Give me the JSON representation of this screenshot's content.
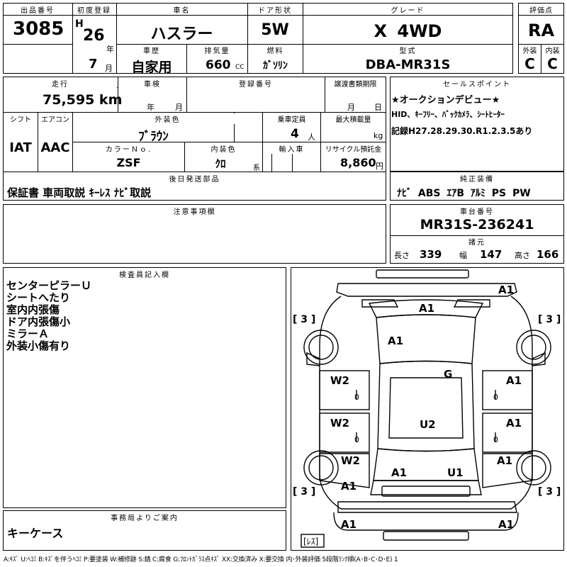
{
  "header": {
    "lot_no_label": "出品番号",
    "lot_no": "3085",
    "first_reg_label": "初度登録",
    "era": "H",
    "year": "26",
    "year_unit": "年",
    "month": "7",
    "month_unit": "月",
    "car_name_label": "車名",
    "car_name": "ハスラー",
    "door_label": "ドア形状",
    "door": "5W",
    "grade_label": "グレード",
    "grade": "X 4WD",
    "score_label": "評価点",
    "score": "RA",
    "history_label": "車歴",
    "history": "自家用",
    "displacement_label": "排気量",
    "displacement": "660",
    "displacement_unit": "CC",
    "fuel_label": "燃料",
    "fuel": "ｶﾞｿﾘﾝ",
    "model_label": "型式",
    "model": "DBA-MR31S",
    "exterior_label": "外装",
    "exterior": "C",
    "interior_label": "内装",
    "interior": "C"
  },
  "row2": {
    "mileage_label": "走行",
    "mileage": "75,595 km",
    "inspection_label": "車検",
    "inspection_year": "年",
    "inspection_month": "月",
    "reg_no_label": "登録番号",
    "transfer_label": "譲渡書類期限",
    "transfer_month": "月",
    "transfer_day": "日",
    "shift_label": "シフト",
    "shift": "IAT",
    "ac_label": "エアコン",
    "ac": "AAC",
    "ext_color_label": "外装色",
    "ext_color": "ﾌﾞﾗｳﾝ",
    "capacity_label": "乗車定員",
    "capacity": "4",
    "capacity_unit": "人",
    "load_label": "最大積載量",
    "load_unit": "kg",
    "color_no_label": "カラーＮｏ.",
    "color_no": "ZSF",
    "int_color_label": "内装色",
    "int_color": "ｸﾛ",
    "int_color_unit": "系",
    "import_label": "輸入車",
    "recycle_label": "リサイクル預託金",
    "recycle": "8,860",
    "recycle_unit": "円",
    "later_label": "後日発送部品",
    "later": "保証書 車両取説 ｷｰﾚｽ ﾅﾋﾞ取説"
  },
  "sales": {
    "label": "セールスポイント",
    "line1": "★オークションデビュー★",
    "line2": "HID、ｷｰﾌﾘｰ、ﾊﾞｯｸｶﾒﾗ、ｼｰﾄﾋｰﾀｰ",
    "line3": "記録H27.28.29.30.R1.2.3.5あり"
  },
  "equipment": {
    "label": "純正装備",
    "value": "ﾅﾋﾞ ABS ｴｱB ｱﾙﾐ PS PW"
  },
  "notes": {
    "label": "注意事項欄"
  },
  "chassis": {
    "label": "車台番号",
    "value": "MR31S-236241",
    "dims_label": "諸元",
    "length_label": "長さ",
    "length": "339",
    "width_label": "幅",
    "width": "147",
    "height_label": "高さ",
    "height": "166"
  },
  "inspector": {
    "label": "検査員記入欄",
    "lines": [
      "センターピラーＵ",
      "シートへたり",
      "室内内張傷",
      "ドア内張傷小",
      "ミラーＡ",
      "外装小傷有り"
    ]
  },
  "office": {
    "label": "事務局よりご案内",
    "value": "キーケース"
  },
  "diagram": {
    "marks": {
      "front_bumper": "A1",
      "windshield": "A1",
      "hood": "A1",
      "roof": "G",
      "left_front_door": "W2",
      "left_rear_door": "W2",
      "left_rear_fender": "W2",
      "right_front_door": "A1",
      "right_rear_door": "A1",
      "right_rear_fender": "A1",
      "center": "U2",
      "rear_left": "A1",
      "rear_right": "U1",
      "left_quarter": "A1",
      "rear_bumper_left": "A1",
      "rear_bumper_right": "A1"
    },
    "tires": {
      "fl": "[ 3 ]",
      "fr": "[ 3 ]",
      "rl": "[ 3 ]",
      "rr": "[ 3 ]"
    },
    "zero": "0",
    "spare": "[ﾚｽ]"
  },
  "legend": "A:ｷｽﾞ U:ﾍｺﾐ B:ｷｽﾞを伴うﾍｺﾐ P:要塗装 W:補修跡 S:錆 C:腐食 G:ﾌﾛﾝﾄｶﾞﾗｽ点ｷｽﾞ XX:交換済み X:要交換 内･外装評価 5段階ﾗﾝｸ順(A･B･C･D･E) 1"
}
